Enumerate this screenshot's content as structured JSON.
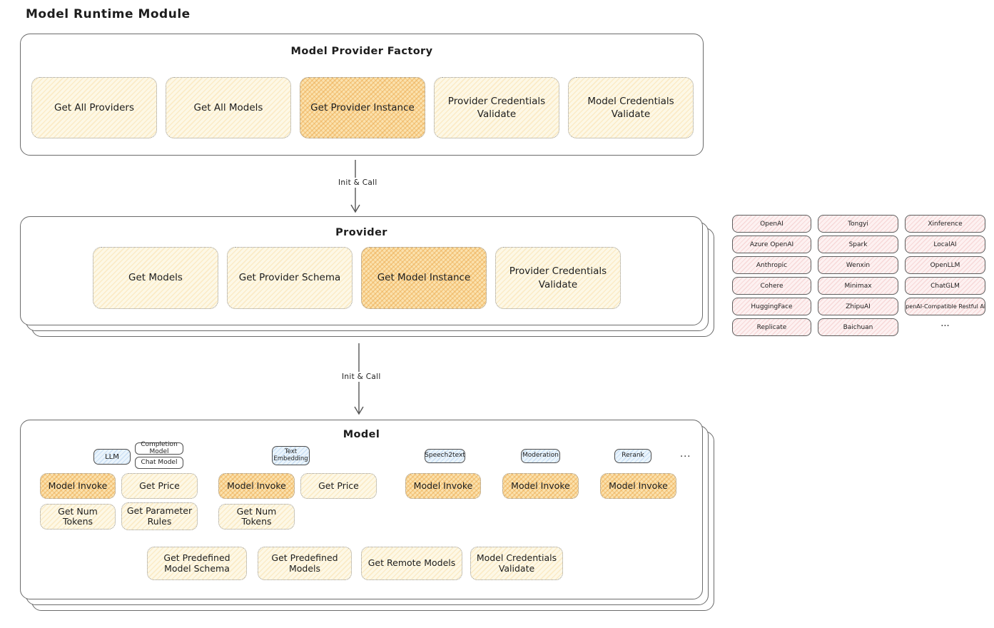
{
  "title": "Model Runtime Module",
  "arrows": {
    "label1": "Init & Call",
    "label2": "Init & Call"
  },
  "factory": {
    "title": "Model Provider Factory",
    "buttons": [
      "Get All Providers",
      "Get All Models",
      "Get Provider Instance",
      "Provider Credentials Validate",
      "Model Credentials Validate"
    ]
  },
  "provider": {
    "title": "Provider",
    "buttons": [
      "Get Models",
      "Get Provider Schema",
      "Get Model Instance",
      "Provider Credentials Validate"
    ]
  },
  "providers": {
    "items": [
      "OpenAI",
      "Tongyi",
      "Xinference",
      "Azure OpenAI",
      "Spark",
      "LocalAI",
      "Anthropic",
      "Wenxin",
      "OpenLLM",
      "Cohere",
      "Minimax",
      "ChatGLM",
      "HuggingFace",
      "ZhipuAI",
      "OpenAI-Compatible Restful API",
      "Replicate",
      "Baichuan"
    ],
    "more": "..."
  },
  "model": {
    "title": "Model",
    "tabs": {
      "llm": "LLM",
      "completion": "Completion Model",
      "chat": "Chat Model",
      "text_embedding": "Text Embedding",
      "speech2text": "Speech2text",
      "moderation": "Moderation",
      "rerank": "Rerank",
      "more": "..."
    },
    "buttons": {
      "model_invoke": "Model Invoke",
      "get_price": "Get Price",
      "get_num_tokens": "Get Num Tokens",
      "get_parameter_rules": "Get Parameter Rules",
      "get_predefined_model_schema": "Get Predefined Model Schema",
      "get_predefined_models": "Get Predefined Models",
      "get_remote_models": "Get Remote Models",
      "model_credentials_validate": "Model Credentials Validate"
    }
  },
  "colors": {
    "highlight_orange": "#fbe2ae",
    "pale_yellow": "#fdf8e6",
    "provider_pink": "#fdf1f1",
    "model_type_blue": "#eaf4fc",
    "box_border": "#6b6b6b"
  }
}
